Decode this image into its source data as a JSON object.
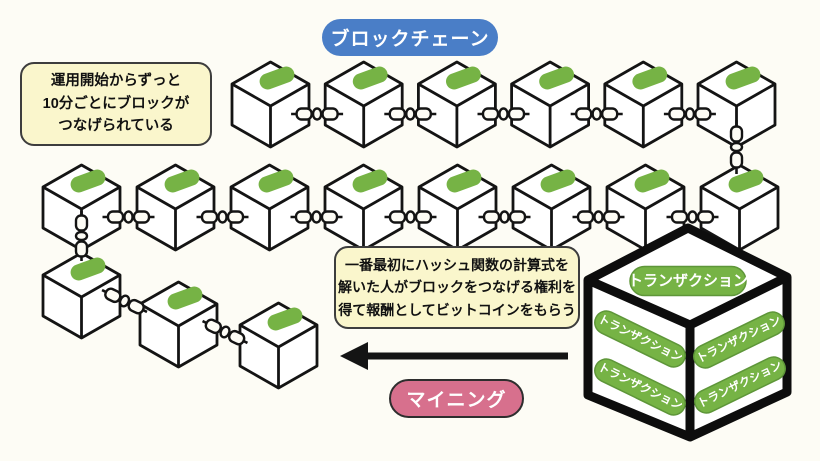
{
  "title_badge": {
    "label": "ブロックチェーン"
  },
  "note_interval": {
    "lines": [
      "運用開始からずっと",
      "10分ごとにブロックが",
      "つなげられている"
    ]
  },
  "note_mining": {
    "lines": [
      "一番最初にハッシュ関数の計算式を",
      "解いた人がブロックをつなげる権利を",
      "得て報酬としてビットコインをもらう"
    ]
  },
  "mining_badge": {
    "label": "マイニング"
  },
  "transaction_cube": {
    "labels": [
      "トランザクション",
      "トランザクション",
      "トランザクション",
      "トランザクション",
      "トランザクション"
    ]
  },
  "blockchain_rows": {
    "row1_blocks": 6,
    "row2_blocks": 8,
    "row3_blocks": 3
  },
  "colors": {
    "background": "#fdfcf5",
    "outline": "#141414",
    "green": "#76b345",
    "green_border": "#5e9639",
    "blue": "#4a7ec7",
    "pink": "#d7708d",
    "note_yellow": "#faf6cc",
    "cube_fill": "#ffffff"
  }
}
